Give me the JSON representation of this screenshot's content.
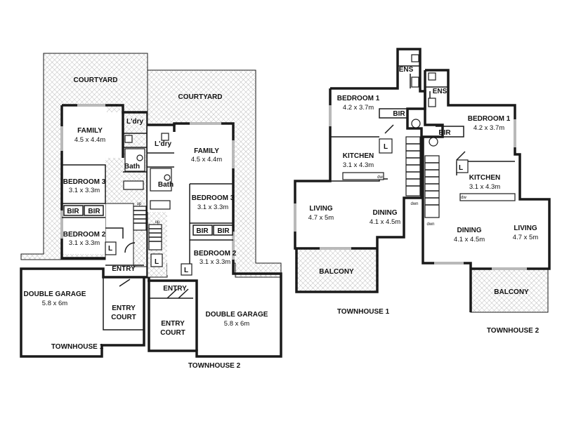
{
  "ground": {
    "th1": {
      "courtyard": "COURTYARD",
      "laundry": "L'dry",
      "family": {
        "name": "FAMILY",
        "size": "4.5 x 4.4m"
      },
      "bath": "Bath",
      "bedroom3": {
        "name": "BEDROOM 3",
        "size": "3.1 x 3.3m"
      },
      "bir_a": "BIR",
      "bir_b": "BIR",
      "bedroom2": {
        "name": "BEDROOM 2",
        "size": "3.1 x 3.3m"
      },
      "up": "up",
      "linen": "L",
      "entry": "ENTRY",
      "garage": {
        "name": "DOUBLE GARAGE",
        "size": "5.8 x 6m"
      },
      "entry_court": [
        "ENTRY",
        "COURT"
      ],
      "caption": "TOWNHOUSE 1"
    },
    "th2": {
      "courtyard": "COURTYARD",
      "laundry": "L'dry",
      "family": {
        "name": "FAMILY",
        "size": "4.5 x 4.4m"
      },
      "bath": "Bath",
      "bedroom3": {
        "name": "BEDROOM 3",
        "size": "3.1 x 3.3m"
      },
      "bir_a": "BIR",
      "bir_b": "BIR",
      "bedroom2": {
        "name": "BEDROOM 2",
        "size": "3.1 x 3.3m"
      },
      "up": "up",
      "linen": "L",
      "entry": "ENTRY",
      "garage": {
        "name": "DOUBLE GARAGE",
        "size": "5.8 x 6m"
      },
      "entry_court": [
        "ENTRY",
        "COURT"
      ],
      "caption": "TOWNHOUSE 2"
    }
  },
  "upper": {
    "th1": {
      "ensuite": "ENS",
      "bedroom1": {
        "name": "BEDROOM 1",
        "size": "4.2 x 3.7m"
      },
      "bir": "BIR",
      "linen": "L",
      "kitchen": {
        "name": "KITCHEN",
        "size": "3.1 x 4.3m"
      },
      "dishwasher": "dw",
      "living": {
        "name": "LIVING",
        "size": "4.7 x 5m"
      },
      "dining": {
        "name": "DINING",
        "size": "4.1 x 4.5m"
      },
      "down": "dwn",
      "balcony": "BALCONY",
      "caption": "TOWNHOUSE 1"
    },
    "th2": {
      "ensuite": "ENS",
      "bedroom1": {
        "name": "BEDROOM 1",
        "size": "4.2 x 3.7m"
      },
      "bir": "BIR",
      "linen": "L",
      "kitchen": {
        "name": "KITCHEN",
        "size": "3.1 x 4.3m"
      },
      "dishwasher": "dw",
      "living": {
        "name": "LIVING",
        "size": "4.7 x 5m"
      },
      "dining": {
        "name": "DINING",
        "size": "4.1 x 4.5m"
      },
      "down": "dwn",
      "balcony": "BALCONY",
      "caption": "TOWNHOUSE 2"
    }
  },
  "colors": {
    "wall": "#1a1a1a",
    "hatch": "#9a9a9a",
    "window": "#b9b9b9"
  }
}
